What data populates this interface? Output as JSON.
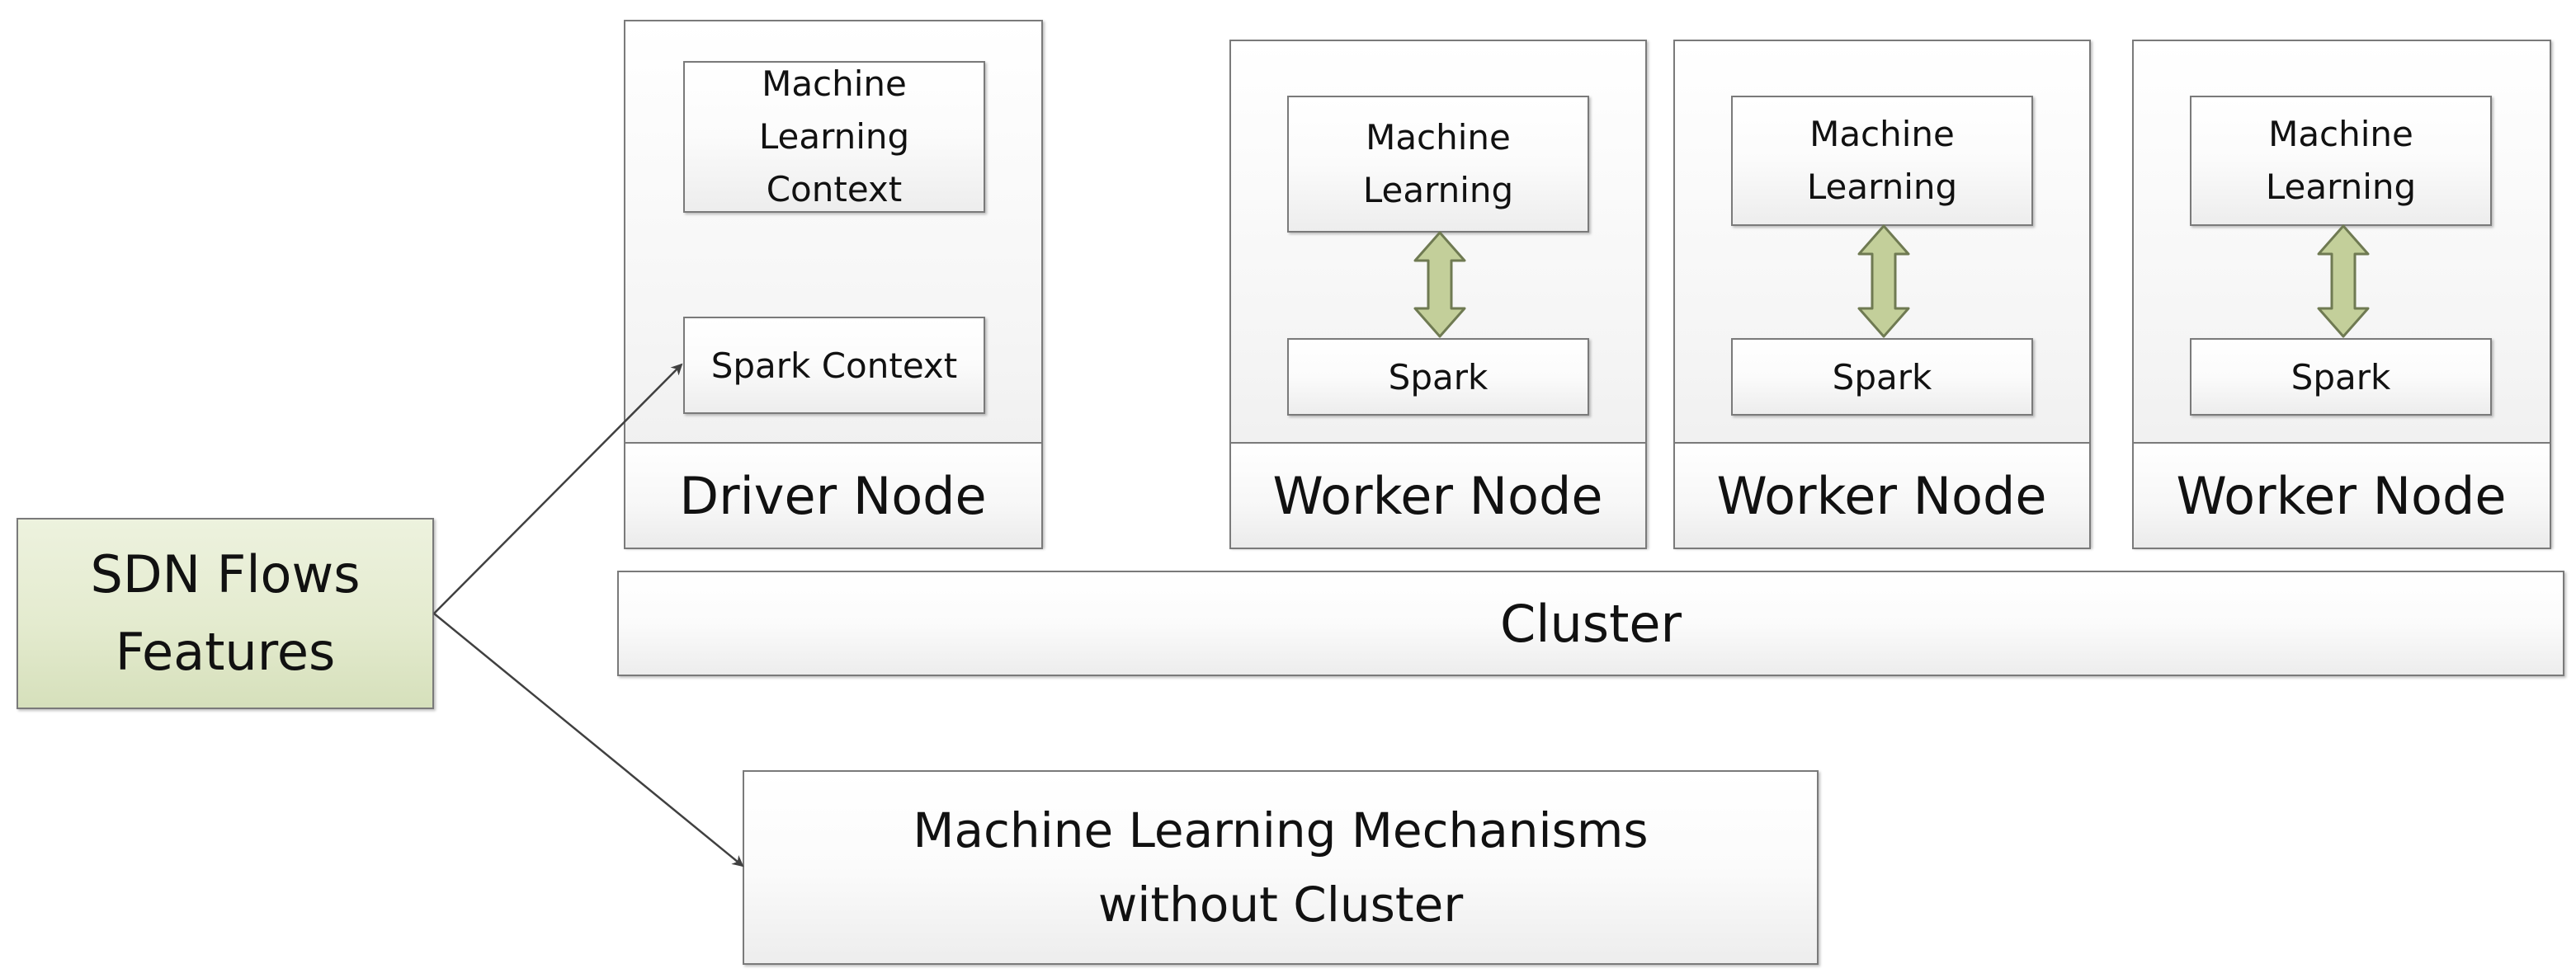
{
  "source": {
    "label_line1": "SDN Flows",
    "label_line2": "Features"
  },
  "driver_node": {
    "title": "Driver Node",
    "ml_context_line1": "Machine",
    "ml_context_line2": "Learning",
    "ml_context_line3": "Context",
    "spark_context": "Spark Context"
  },
  "worker_nodes": [
    {
      "title": "Worker Node",
      "ml_line1": "Machine",
      "ml_line2": "Learning",
      "spark": "Spark"
    },
    {
      "title": "Worker Node",
      "ml_line1": "Machine",
      "ml_line2": "Learning",
      "spark": "Spark"
    },
    {
      "title": "Worker Node",
      "ml_line1": "Machine",
      "ml_line2": "Learning",
      "spark": "Spark"
    }
  ],
  "cluster": {
    "label": "Cluster"
  },
  "no_cluster": {
    "label_line1": "Machine Learning Mechanisms",
    "label_line2": "without Cluster"
  },
  "colors": {
    "border": "#7a7a7a",
    "source_fill": "#e4ebcf",
    "arrow_fill": "#c3cf9a",
    "arrow_stroke": "#6f7a52",
    "connector": "#404040"
  }
}
